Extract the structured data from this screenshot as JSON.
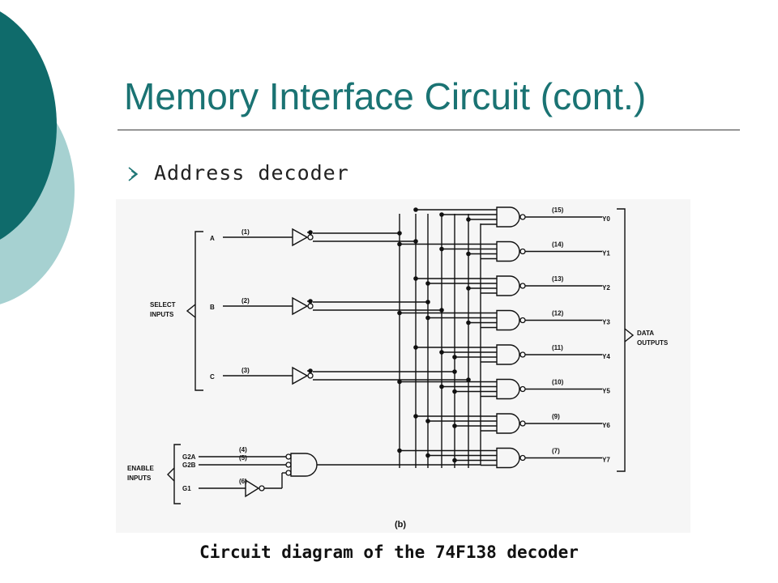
{
  "slide": {
    "title": "Memory Interface Circuit (cont.)",
    "bullet_text": "Address decoder",
    "caption": "Circuit diagram of the 74F138 decoder",
    "accent_dark": "#0f6b6b",
    "accent_light": "#a6d1d1",
    "title_color": "#1a7373"
  },
  "diagram": {
    "select_label": [
      "SELECT",
      "INPUTS"
    ],
    "enable_label": [
      "ENABLE",
      "INPUTS"
    ],
    "data_label": [
      "DATA",
      "OUTPUTS"
    ],
    "sub_label": "(b)",
    "select_inputs": [
      {
        "name": "A",
        "pin": "(1)"
      },
      {
        "name": "B",
        "pin": "(2)"
      },
      {
        "name": "C",
        "pin": "(3)"
      }
    ],
    "enable_inputs": [
      {
        "name": "G2A",
        "pin": "(4)"
      },
      {
        "name": "G2B",
        "pin": "(5)"
      },
      {
        "name": "G1",
        "pin": "(6)"
      }
    ],
    "outputs": [
      {
        "name": "Y0",
        "pin": "(15)"
      },
      {
        "name": "Y1",
        "pin": "(14)"
      },
      {
        "name": "Y2",
        "pin": "(13)"
      },
      {
        "name": "Y3",
        "pin": "(12)"
      },
      {
        "name": "Y4",
        "pin": "(11)"
      },
      {
        "name": "Y5",
        "pin": "(10)"
      },
      {
        "name": "Y6",
        "pin": "(9)"
      },
      {
        "name": "Y7",
        "pin": "(7)"
      }
    ]
  }
}
